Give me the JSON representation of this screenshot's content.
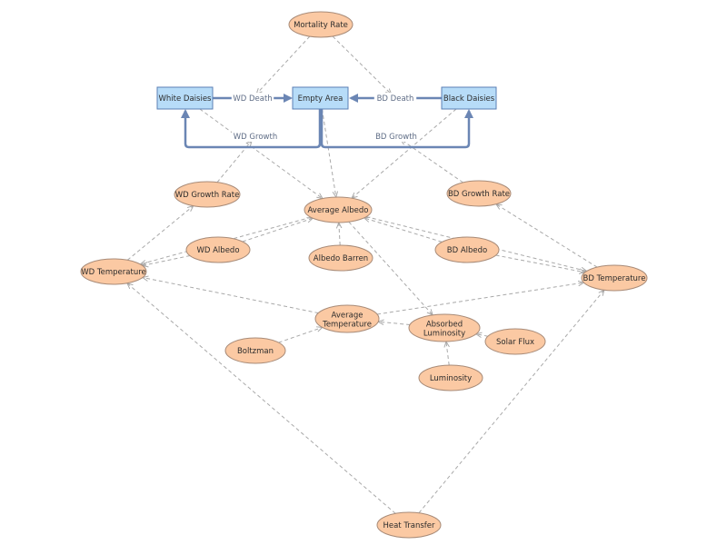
{
  "diagram": {
    "type": "stock-and-flow",
    "colors": {
      "stock_fill": "#b7dcf8",
      "stock_border": "#5b7fb4",
      "variable_fill": "#fbc9a3",
      "variable_border": "#a88b78",
      "flow_line": "#6b86b4",
      "link_line": "#a9a9a9"
    },
    "stocks": [
      {
        "id": "white_daisies",
        "label": "White Daisies"
      },
      {
        "id": "empty_area",
        "label": "Empty Area"
      },
      {
        "id": "black_daisies",
        "label": "Black Daisies"
      }
    ],
    "variables": [
      {
        "id": "mortality_rate",
        "label": "Mortality Rate"
      },
      {
        "id": "wd_growth_rate",
        "label": "WD Growth Rate"
      },
      {
        "id": "bd_growth_rate",
        "label": "BD Growth Rate"
      },
      {
        "id": "average_albedo",
        "label": "Average Albedo"
      },
      {
        "id": "wd_albedo",
        "label": "WD Albedo"
      },
      {
        "id": "bd_albedo",
        "label": "BD Albedo"
      },
      {
        "id": "albedo_barren",
        "label": "Albedo Barren"
      },
      {
        "id": "wd_temperature",
        "label": "WD Temperature"
      },
      {
        "id": "bd_temperature",
        "label": "BD Temperature"
      },
      {
        "id": "average_temperature",
        "label": "Average Temperature"
      },
      {
        "id": "absorbed_luminosity",
        "label": "Absorbed Luminosity"
      },
      {
        "id": "solar_flux",
        "label": "Solar Flux"
      },
      {
        "id": "boltzman",
        "label": "Boltzman"
      },
      {
        "id": "luminosity",
        "label": "Luminosity"
      },
      {
        "id": "heat_transfer",
        "label": "Heat Transfer"
      }
    ],
    "flows": [
      {
        "id": "wd_death",
        "label": "WD Death",
        "from": "white_daisies",
        "to": "empty_area"
      },
      {
        "id": "bd_death",
        "label": "BD Death",
        "from": "black_daisies",
        "to": "empty_area"
      },
      {
        "id": "wd_growth",
        "label": "WD Growth",
        "from": "empty_area",
        "to": "white_daisies"
      },
      {
        "id": "bd_growth",
        "label": "BD Growth",
        "from": "empty_area",
        "to": "black_daisies"
      }
    ],
    "links": [
      {
        "from": "mortality_rate",
        "to": "wd_death"
      },
      {
        "from": "mortality_rate",
        "to": "bd_death"
      },
      {
        "from": "white_daisies",
        "to": "average_albedo"
      },
      {
        "from": "empty_area",
        "to": "average_albedo"
      },
      {
        "from": "black_daisies",
        "to": "average_albedo"
      },
      {
        "from": "wd_growth_rate",
        "to": "wd_growth"
      },
      {
        "from": "bd_growth_rate",
        "to": "bd_growth"
      },
      {
        "from": "wd_albedo",
        "to": "average_albedo"
      },
      {
        "from": "bd_albedo",
        "to": "average_albedo"
      },
      {
        "from": "albedo_barren",
        "to": "average_albedo"
      },
      {
        "from": "average_albedo",
        "to": "wd_temperature"
      },
      {
        "from": "average_albedo",
        "to": "bd_temperature"
      },
      {
        "from": "average_albedo",
        "to": "absorbed_luminosity"
      },
      {
        "from": "wd_albedo",
        "to": "wd_temperature"
      },
      {
        "from": "bd_albedo",
        "to": "bd_temperature"
      },
      {
        "from": "wd_temperature",
        "to": "wd_growth_rate"
      },
      {
        "from": "bd_temperature",
        "to": "bd_growth_rate"
      },
      {
        "from": "average_temperature",
        "to": "wd_temperature"
      },
      {
        "from": "average_temperature",
        "to": "bd_temperature"
      },
      {
        "from": "absorbed_luminosity",
        "to": "average_temperature"
      },
      {
        "from": "solar_flux",
        "to": "absorbed_luminosity"
      },
      {
        "from": "luminosity",
        "to": "absorbed_luminosity"
      },
      {
        "from": "boltzman",
        "to": "average_temperature"
      },
      {
        "from": "heat_transfer",
        "to": "wd_temperature"
      },
      {
        "from": "heat_transfer",
        "to": "bd_temperature"
      }
    ]
  }
}
